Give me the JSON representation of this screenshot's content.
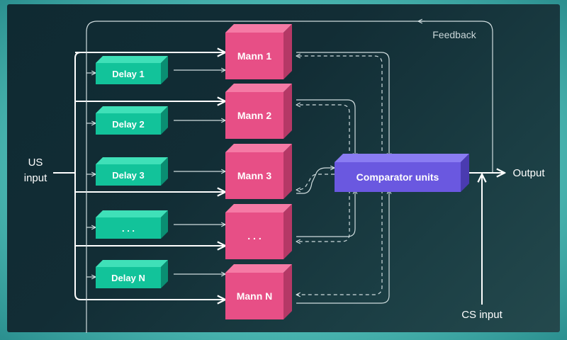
{
  "labels": {
    "us_input_line1": "US",
    "us_input_line2": "input",
    "feedback": "Feedback",
    "output": "Output",
    "cs_input": "CS input",
    "comparator": "Comparator units"
  },
  "delays": [
    "Delay 1",
    "Delay 2",
    "Delay 3",
    ". . .",
    "Delay N"
  ],
  "manns": [
    "Mann 1",
    "Mann 2",
    "Mann 3",
    ". . .",
    "Mann N"
  ],
  "colors": {
    "delay_front": "#12c39a",
    "delay_top": "#3fe0b8",
    "delay_side": "#0a8e72",
    "mann_front": "#e74f86",
    "mann_top": "#f57aa5",
    "mann_side": "#b53866",
    "comparator_front": "#6a58e0",
    "comparator_top": "#8a7cf2",
    "comparator_side": "#4a3bb0",
    "line": "#ffffff"
  }
}
